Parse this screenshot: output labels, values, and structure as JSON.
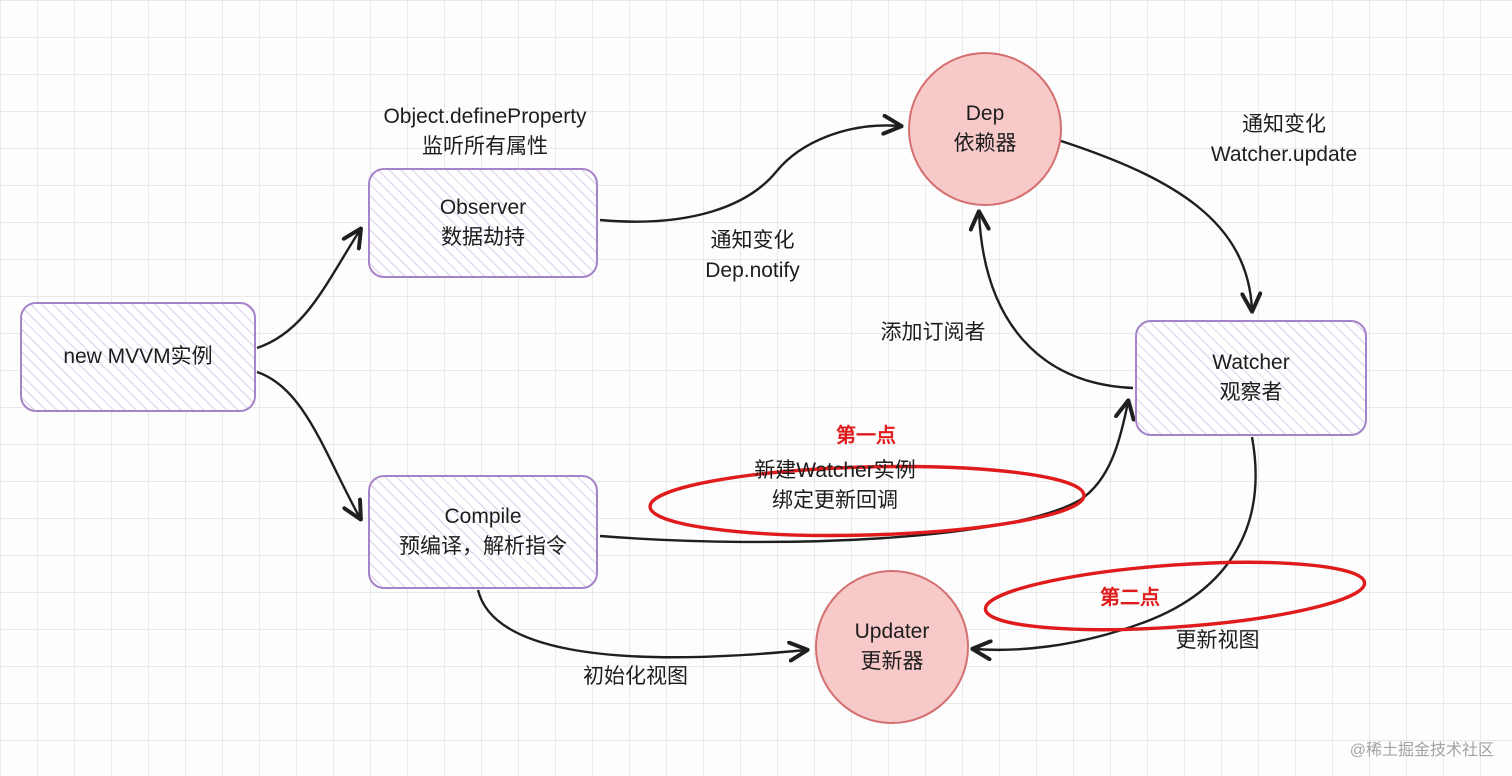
{
  "diagram": {
    "nodes": {
      "mvvm": {
        "label": "new MVVM实例"
      },
      "observer": {
        "title": "Observer",
        "subtitle": "数据劫持"
      },
      "compile": {
        "title": "Compile",
        "subtitle": "预编译，解析指令"
      },
      "watcher": {
        "title": "Watcher",
        "subtitle": "观察者"
      },
      "dep": {
        "title": "Dep",
        "subtitle": "依赖器"
      },
      "updater": {
        "title": "Updater",
        "subtitle": "更新器"
      }
    },
    "labels": {
      "observer_note_line1": "Object.defineProperty",
      "observer_note_line2": "监听所有属性",
      "dep_notify_line1": "通知变化",
      "dep_notify_line2": "Dep.notify",
      "watcher_update_line1": "通知变化",
      "watcher_update_line2": "Watcher.update",
      "add_subscriber": "添加订阅者",
      "point1_title": "第一点",
      "point1_line1": "新建Watcher实例",
      "point1_line2": "绑定更新回调",
      "point2_title": "第二点",
      "update_view": "更新视图",
      "init_view": "初始化视图"
    },
    "watermark": "@稀土掘金技术社区",
    "colors": {
      "box_border": "#a583c9",
      "circle_fill": "#f8c9c9",
      "circle_border": "#d47070",
      "highlight_red": "#e01b1b",
      "arrow": "#1f1f1f",
      "grid": "#e9e9e9"
    }
  }
}
